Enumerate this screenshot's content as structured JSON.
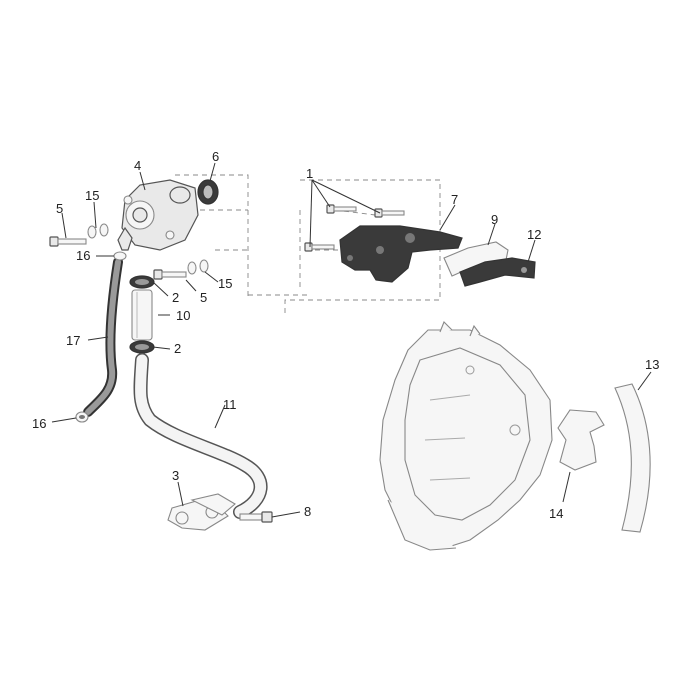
{
  "callouts": [
    {
      "id": "1",
      "label": "1"
    },
    {
      "id": "2a",
      "label": "2"
    },
    {
      "id": "2b",
      "label": "2"
    },
    {
      "id": "3",
      "label": "3"
    },
    {
      "id": "4",
      "label": "4"
    },
    {
      "id": "5a",
      "label": "5"
    },
    {
      "id": "5b",
      "label": "5"
    },
    {
      "id": "6",
      "label": "6"
    },
    {
      "id": "7",
      "label": "7"
    },
    {
      "id": "8",
      "label": "8"
    },
    {
      "id": "9",
      "label": "9"
    },
    {
      "id": "10",
      "label": "10"
    },
    {
      "id": "11",
      "label": "11"
    },
    {
      "id": "12",
      "label": "12"
    },
    {
      "id": "13",
      "label": "13"
    },
    {
      "id": "14",
      "label": "14"
    },
    {
      "id": "15a",
      "label": "15"
    },
    {
      "id": "15b",
      "label": "15"
    },
    {
      "id": "16a",
      "label": "16"
    },
    {
      "id": "16b",
      "label": "16"
    },
    {
      "id": "17",
      "label": "17"
    }
  ]
}
